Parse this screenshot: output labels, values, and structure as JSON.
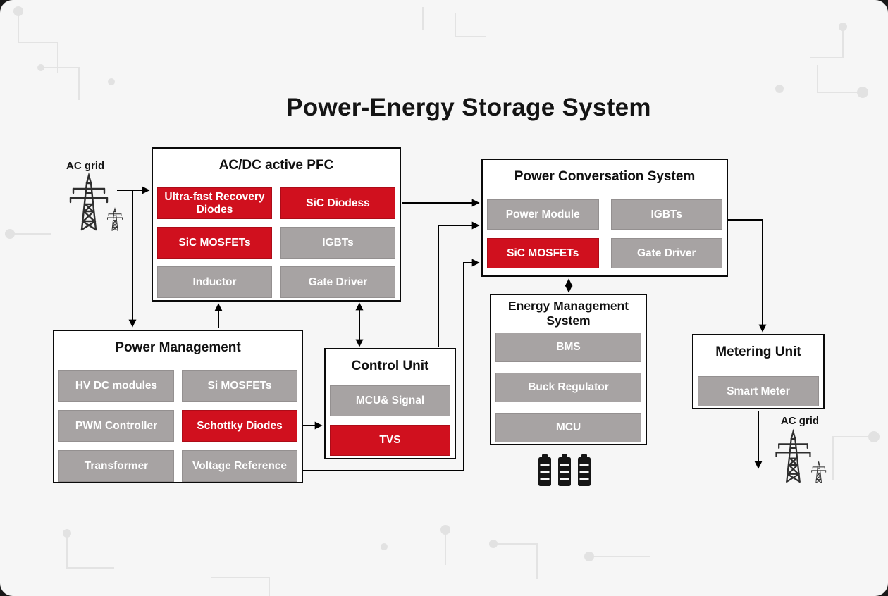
{
  "title": "Power-Energy Storage System",
  "labels": {
    "ac_grid_left": "AC grid",
    "ac_grid_right": "AC grid"
  },
  "colors": {
    "red": "#d0101e",
    "gray": "#a7a3a3"
  },
  "boxes": {
    "acdc_pfc": {
      "title": "AC/DC active PFC",
      "chips": [
        {
          "label": "Ultra-fast Recovery Diodes",
          "variant": "red"
        },
        {
          "label": "SiC  Diodess",
          "variant": "red"
        },
        {
          "label": "SiC MOSFETs",
          "variant": "red"
        },
        {
          "label": "IGBTs",
          "variant": "gray"
        },
        {
          "label": "Inductor",
          "variant": "gray"
        },
        {
          "label": "Gate Driver",
          "variant": "gray"
        }
      ]
    },
    "power_conversation": {
      "title": "Power Conversation System",
      "chips": [
        {
          "label": "Power Module",
          "variant": "gray"
        },
        {
          "label": "IGBTs",
          "variant": "gray"
        },
        {
          "label": "SiC MOSFETs",
          "variant": "red"
        },
        {
          "label": "Gate Driver",
          "variant": "gray"
        }
      ]
    },
    "energy_management": {
      "title": "Energy Management System",
      "chips": [
        {
          "label": "BMS",
          "variant": "gray"
        },
        {
          "label": "Buck Regulator",
          "variant": "gray"
        },
        {
          "label": "MCU",
          "variant": "gray"
        }
      ]
    },
    "power_management": {
      "title": "Power Management",
      "chips": [
        {
          "label": "HV DC modules",
          "variant": "gray"
        },
        {
          "label": "Si MOSFETs",
          "variant": "gray"
        },
        {
          "label": "PWM Controller",
          "variant": "gray"
        },
        {
          "label": "Schottky Diodes",
          "variant": "red"
        },
        {
          "label": "Transformer",
          "variant": "gray"
        },
        {
          "label": "Voltage Reference",
          "variant": "gray"
        }
      ]
    },
    "control_unit": {
      "title": "Control Unit",
      "chips": [
        {
          "label": "MCU& Signal",
          "variant": "gray"
        },
        {
          "label": "TVS",
          "variant": "red"
        }
      ]
    },
    "metering_unit": {
      "title": "Metering Unit",
      "chips": [
        {
          "label": "Smart Meter",
          "variant": "gray"
        }
      ]
    }
  }
}
